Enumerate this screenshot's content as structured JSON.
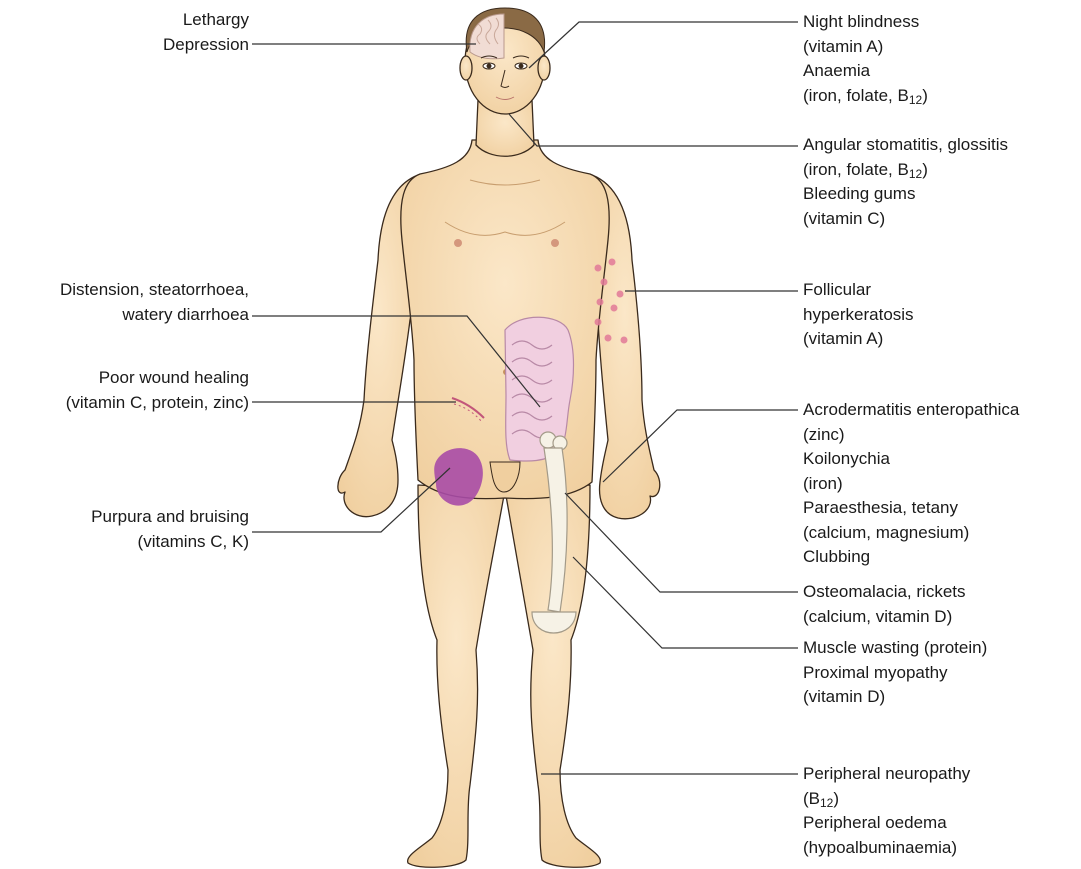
{
  "labels": {
    "lethargy": [
      "Lethargy",
      "Depression"
    ],
    "night_blindness": [
      "Night blindness",
      "(vitamin A)",
      "Anaemia",
      "(iron, folate, B|12|)"
    ],
    "angular": [
      "Angular stomatitis, glossitis",
      "(iron, folate, B|12|)",
      "Bleeding gums",
      "(vitamin C)"
    ],
    "distension": [
      "Distension, steatorrhoea,",
      "watery diarrhoea"
    ],
    "follicular": [
      "Follicular",
      "hyperkeratosis",
      "(vitamin A)"
    ],
    "wound": [
      "Poor wound healing",
      "(vitamin C, protein, zinc)"
    ],
    "acroderm": [
      "Acrodermatitis enteropathica",
      "(zinc)",
      "Koilonychia",
      "(iron)",
      "Paraesthesia, tetany",
      "(calcium, magnesium)",
      "Clubbing"
    ],
    "purpura": [
      "Purpura and bruising",
      "(vitamins C, K)"
    ],
    "osteomalacia": [
      "Osteomalacia, rickets",
      "(calcium, vitamin D)"
    ],
    "muscle": [
      "Muscle wasting (protein)",
      "Proximal myopathy",
      "(vitamin D)"
    ],
    "neuropathy": [
      "Peripheral neuropathy",
      "(B|12|)",
      "Peripheral oedema",
      "(hypoalbuminaemia)"
    ]
  },
  "colors": {
    "skin": "#f7ddb6",
    "skin_shadow": "#ebc89a",
    "outline": "#3a2a1c",
    "leader_line": "#333333",
    "purpura": "#a84ba6",
    "spots": "#e27a98",
    "intestine": "#f1cfe0",
    "bone": "#f6f2e6",
    "brain": "#f1dcd4"
  }
}
